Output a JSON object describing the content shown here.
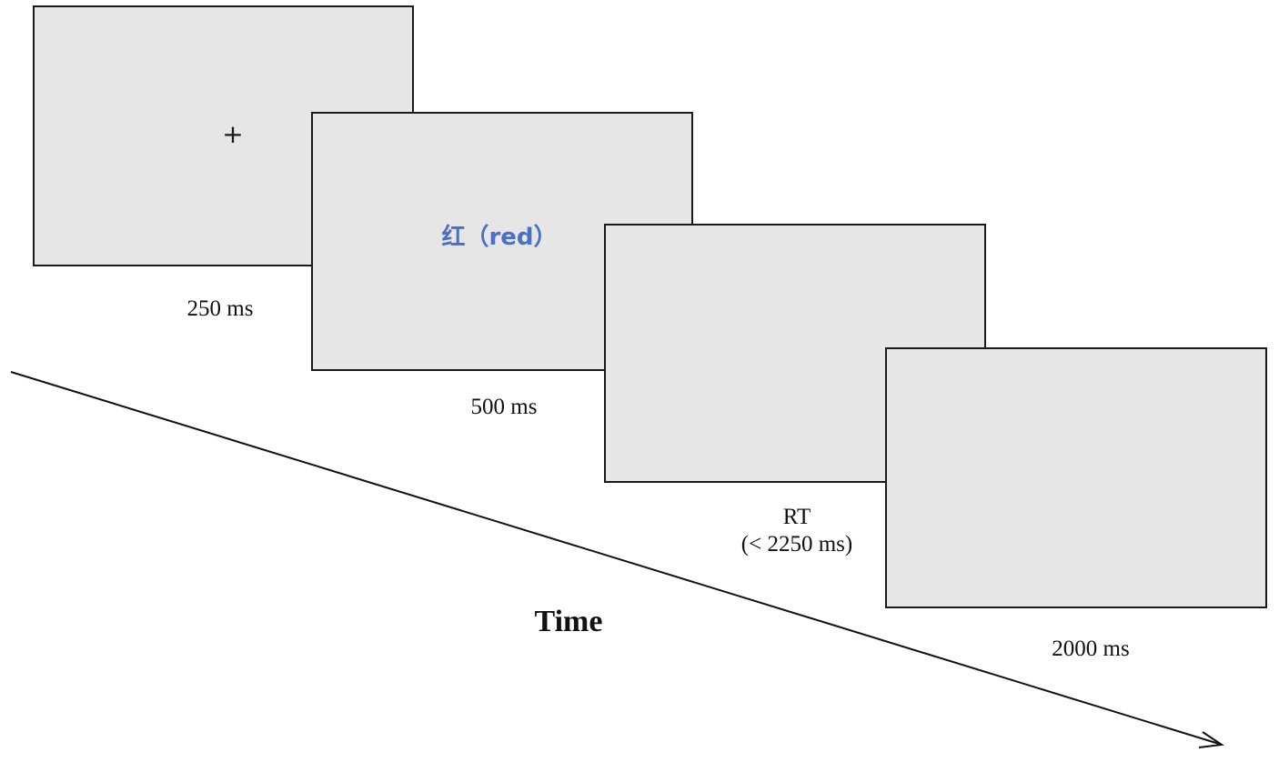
{
  "colors": {
    "screen_fill": "#e7e6e7",
    "screen_border": "#1a1a1a",
    "stimulus_text": "#4a6fc4",
    "text": "#111111"
  },
  "screens": [
    {
      "content": "+",
      "duration": "250 ms"
    },
    {
      "content": "红（red）",
      "duration": "500 ms"
    },
    {
      "content": "",
      "duration_line1": "RT",
      "duration_line2": "(< 2250 ms)"
    },
    {
      "content": "",
      "duration": "2000 ms"
    }
  ],
  "timeline": {
    "label": "Time",
    "arrow_icon": "arrow-right-icon"
  }
}
